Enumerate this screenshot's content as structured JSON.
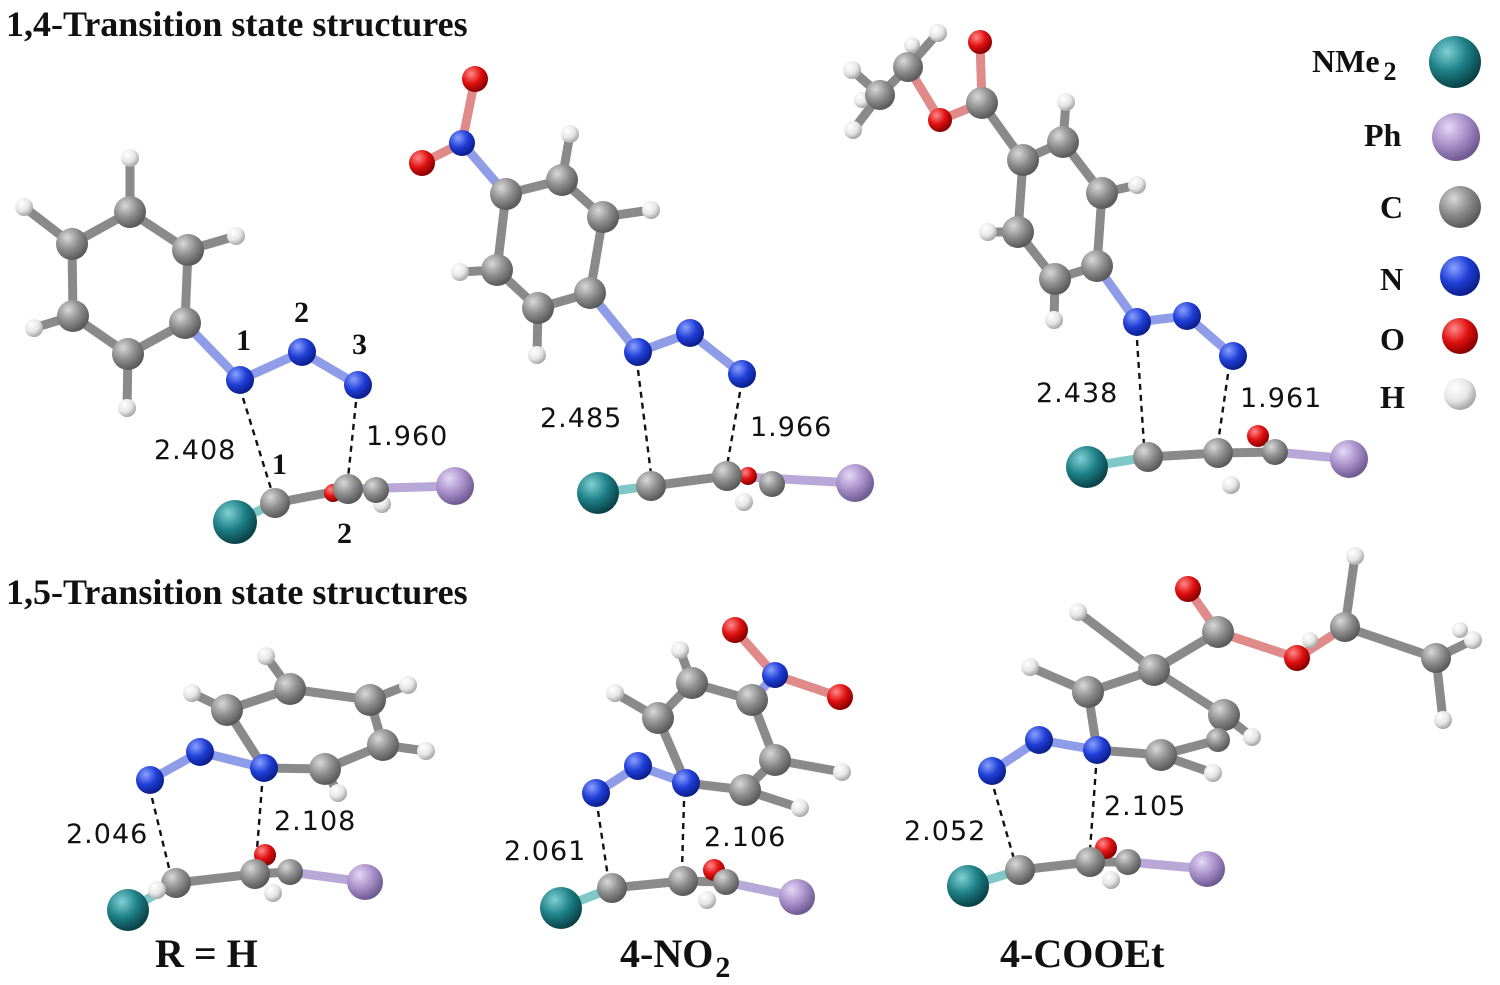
{
  "titles": {
    "ts14": "1,4-Transition state structures",
    "ts15": "1,5-Transition state structures"
  },
  "legend": [
    {
      "label": "NMe",
      "sub": "2",
      "color": "#1d7f86"
    },
    {
      "label": "Ph",
      "color": "#a88fc8"
    },
    {
      "label": "C",
      "color": "#8c8c8c"
    },
    {
      "label": "N",
      "color": "#1f3ed6"
    },
    {
      "label": "O",
      "color": "#e01010"
    },
    {
      "label": "H",
      "color": "#e6e6e6"
    }
  ],
  "atom_numbers": {
    "n1": "1",
    "n2": "2",
    "n3": "3",
    "c1": "1",
    "c2": "2"
  },
  "distances": {
    "ts14_H_a": "2.408",
    "ts14_H_b": "1.960",
    "ts14_NO2_a": "2.485",
    "ts14_NO2_b": "1.966",
    "ts14_COOEt_a": "2.438",
    "ts14_COOEt_b": "1.961",
    "ts15_H_a": "2.046",
    "ts15_H_b": "2.108",
    "ts15_NO2_a": "2.061",
    "ts15_NO2_b": "2.106",
    "ts15_COOEt_a": "2.052",
    "ts15_COOEt_b": "2.105"
  },
  "captions": {
    "h": "R = H",
    "no2_main": "4-NO",
    "no2_sub": "2",
    "cooet": "4-COOEt"
  }
}
